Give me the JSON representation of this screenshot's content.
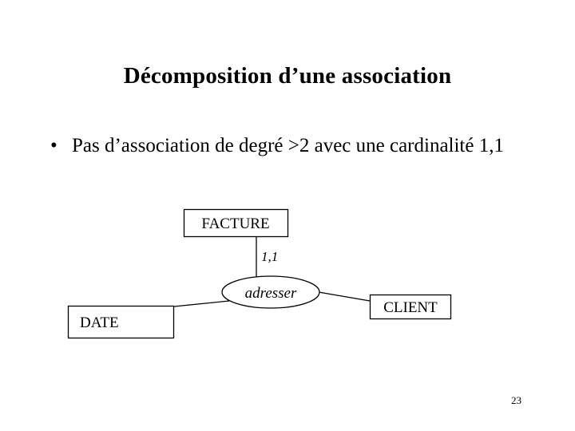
{
  "slide": {
    "title": "Décomposition d’une association",
    "page_number": "23",
    "background_color": "#ffffff",
    "text_color": "#000000"
  },
  "body": {
    "bullets": [
      {
        "marker": "•",
        "text": "Pas d’association de degré >2 avec une cardinalité 1,1"
      }
    ]
  },
  "diagram": {
    "type": "entity-relationship",
    "entities": [
      {
        "id": "facture",
        "label": "FACTURE"
      },
      {
        "id": "date",
        "label": "DATE"
      },
      {
        "id": "client",
        "label": "CLIENT"
      }
    ],
    "associations": [
      {
        "id": "adresser",
        "label": "adresser"
      }
    ],
    "edges": [
      {
        "from": "facture",
        "to": "adresser",
        "cardinality": "1,1"
      },
      {
        "from": "date",
        "to": "adresser",
        "cardinality": ""
      },
      {
        "from": "client",
        "to": "adresser",
        "cardinality": ""
      }
    ],
    "line_color": "#000000",
    "fill_color": "#ffffff"
  }
}
